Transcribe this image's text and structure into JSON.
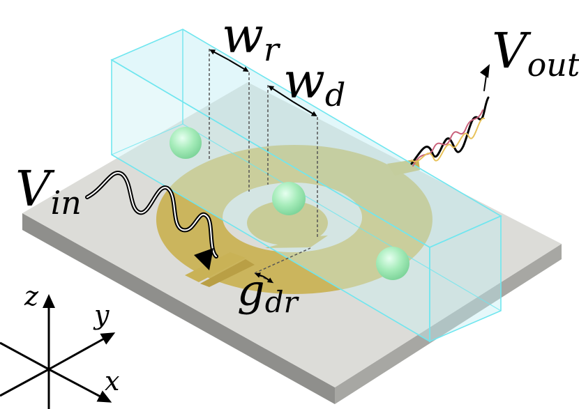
{
  "labels": {
    "v_in": {
      "main": "V",
      "sub": "in"
    },
    "v_out": {
      "main": "V",
      "sub": "out"
    },
    "w_r": {
      "main": "w",
      "sub": "r"
    },
    "w_d": {
      "main": "w",
      "sub": "d"
    },
    "g_dr": {
      "main": "g",
      "sub": "dr"
    },
    "axis_x": "x",
    "axis_y": "y",
    "axis_z": "z"
  },
  "colors": {
    "substrate_top": "#dcdcd8",
    "substrate_side": "#8f8f8c",
    "gold": "#c9b256",
    "gold_light": "#dcd7a0",
    "waveguide_edge": "#6fe6ef",
    "waveguide_fill": "#bfeef3",
    "sphere": "#9ee6b0",
    "wave_red": "#c9607a",
    "wave_yellow": "#e8c25a"
  }
}
